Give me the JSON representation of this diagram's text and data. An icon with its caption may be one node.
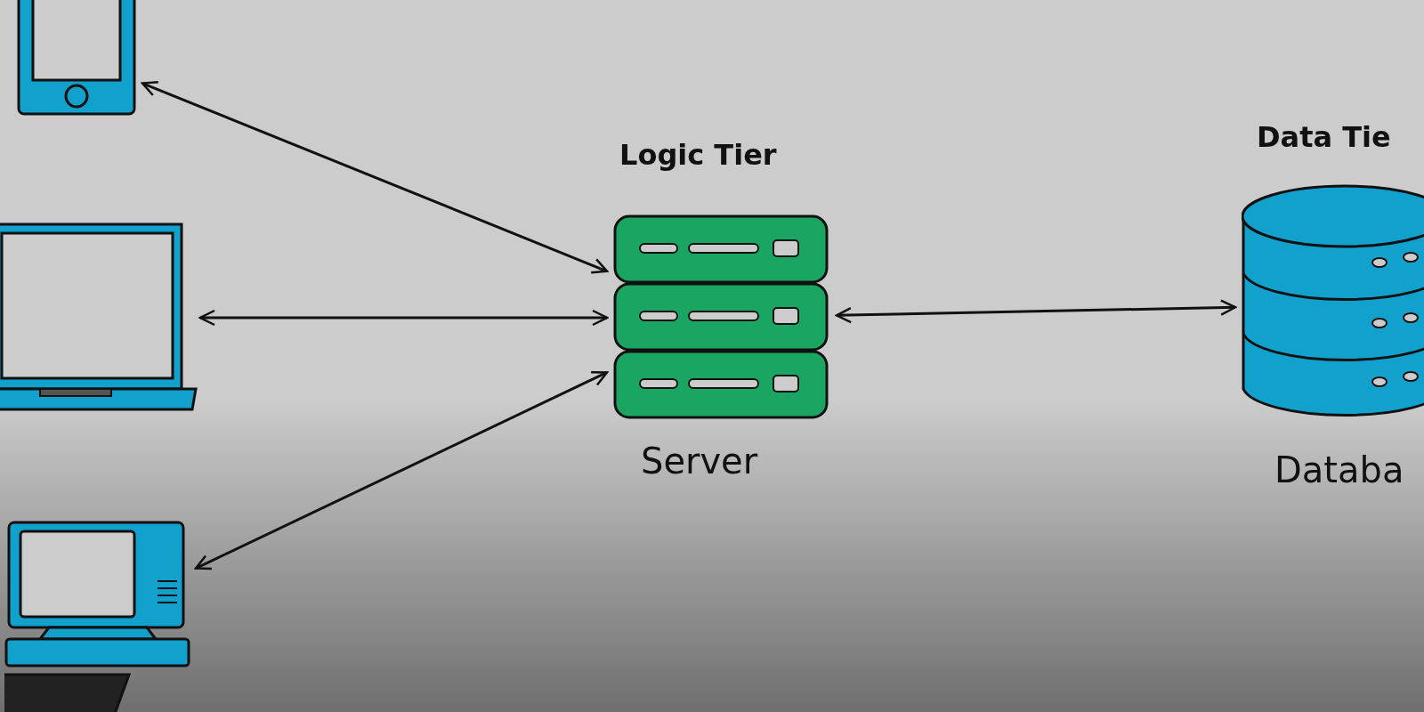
{
  "diagram": {
    "nodes": [
      {
        "text": [],
        "shape": "picture"
      },
      {
        "text": [],
        "shape": "picture"
      },
      {
        "text": [],
        "shape": "picture"
      },
      {
        "text": [
          "Logic Tier",
          "Server"
        ]
      },
      {
        "text": [
          "Data Tie",
          "Databa"
        ]
      }
    ],
    "edges": [
      {
        "from": 0,
        "to": 3,
        "arrow": "both"
      },
      {
        "from": 1,
        "to": 3,
        "arrow": "both"
      },
      {
        "from": 2,
        "to": 3,
        "arrow": "both"
      },
      {
        "from": 3,
        "to": 4,
        "arrow": "both"
      }
    ]
  }
}
